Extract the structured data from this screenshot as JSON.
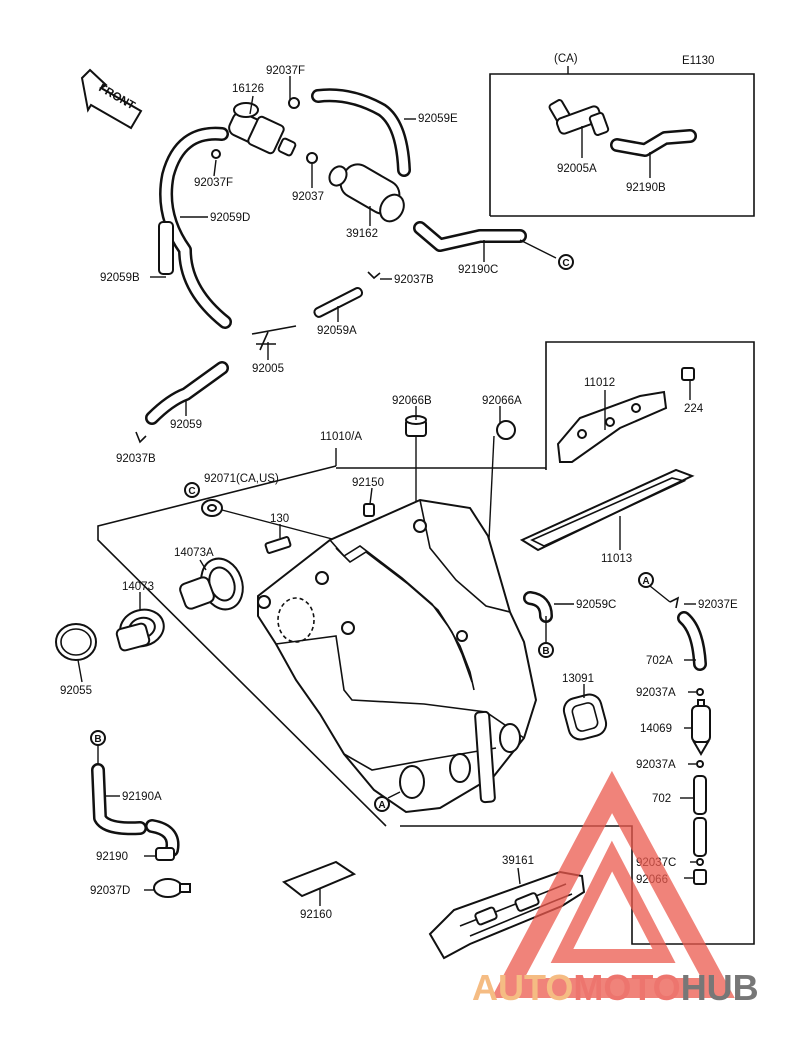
{
  "diagram_code": "E1130",
  "front_label": "FRONT",
  "variant_box_label": "(CA)",
  "ref_markers": [
    "A",
    "B",
    "C"
  ],
  "parts": {
    "p92037F_top": "92037F",
    "p16126": "16126",
    "p92059E": "92059E",
    "p92037F_left": "92037F",
    "p92037": "92037",
    "p92059D": "92059D",
    "p39162": "39162",
    "p92059B": "92059B",
    "p92037B_top": "92037B",
    "p92059A": "92059A",
    "p92190C": "92190C",
    "p92005": "92005",
    "p92005A": "92005A",
    "p92190B": "92190B",
    "p92059": "92059",
    "p92037B_left": "92037B",
    "p11010A": "11010/A",
    "p92066B": "92066B",
    "p92066A": "92066A",
    "p11012": "11012",
    "p224": "224",
    "p92071": "92071(CA,US)",
    "p92150": "92150",
    "p130": "130",
    "p11013": "11013",
    "p14073A": "14073A",
    "p14073": "14073",
    "p92037E": "92037E",
    "p92059C": "92059C",
    "p92055": "92055",
    "p702A": "702A",
    "p13091": "13091",
    "p92037A_1": "92037A",
    "p14069": "14069",
    "p92037A_2": "92037A",
    "p92190A": "92190A",
    "p702": "702",
    "p92190": "92190",
    "p39161": "39161",
    "p92037C": "92037C",
    "p92037D": "92037D",
    "p92066": "92066",
    "p92160": "92160"
  },
  "watermark": {
    "part1": "AUTO",
    "part2": "MOTO",
    "part3": "HUB"
  },
  "colors": {
    "line": "#111111",
    "watermark_orange": "#f2a65a",
    "watermark_red": "#e8473e",
    "watermark_dark": "#4a4a4a",
    "watermark_triangle": "#ec5a4e"
  }
}
